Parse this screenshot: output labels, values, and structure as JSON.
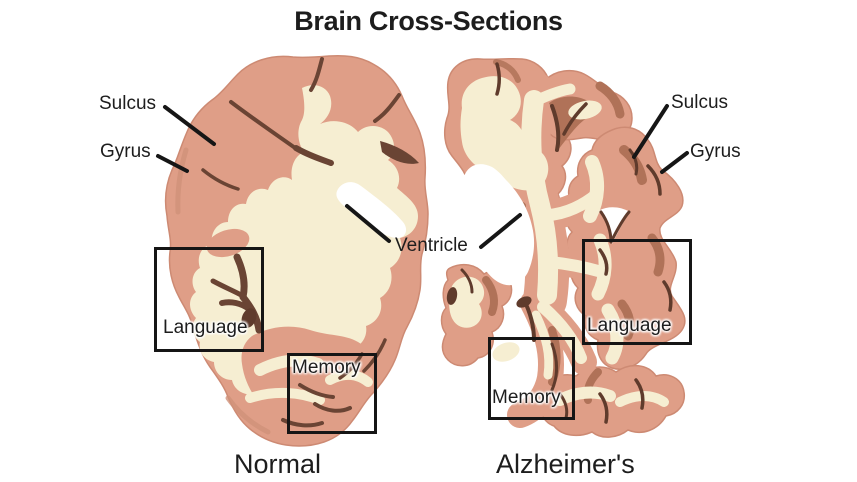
{
  "title": "Brain Cross-Sections",
  "left_brain": {
    "name": "Normal",
    "labels": {
      "sulcus": "Sulcus",
      "gyrus": "Gyrus"
    },
    "regions": {
      "language": "Language",
      "memory": "Memory"
    }
  },
  "right_brain": {
    "name": "Alzheimer's",
    "labels": {
      "sulcus": "Sulcus",
      "gyrus": "Gyrus"
    },
    "regions": {
      "language": "Language",
      "memory": "Memory"
    }
  },
  "shared_labels": {
    "ventricle": "Ventricle"
  },
  "colors": {
    "cortex": "#df9e87",
    "cortex_shadow": "#b07258",
    "white_matter": "#f6eed2",
    "sulcus_dark": "#5f3b2c",
    "ventricle": "#ffffff",
    "text": "#1d1d1d",
    "annotation_line": "#161616",
    "background": "#ffffff"
  }
}
